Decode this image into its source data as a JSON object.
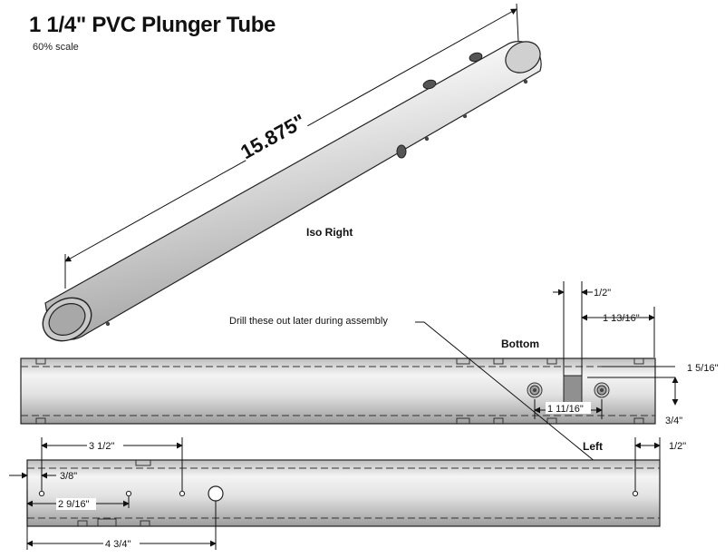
{
  "header": {
    "title": "1 1/4\" PVC Plunger Tube",
    "scale_note": "60% scale"
  },
  "views": {
    "iso_right": "Iso Right",
    "bottom": "Bottom",
    "left": "Left"
  },
  "annotations": {
    "overall_length": "15.875\"",
    "drill_note": "Drill these out later during assembly"
  },
  "dimensions": {
    "bottom_slot_width": "1/2\"",
    "bottom_slot_offset": "1 13/16\"",
    "bottom_vertical": "1 5/16\"",
    "bottom_hole_spacing": "1 11/16\"",
    "bottom_height": "3/4\"",
    "left_hole_1": "3 1/2\"",
    "left_hole_2": "3/8\"",
    "left_hole_3": "2 9/16\"",
    "left_hole_4": "4 3/4\"",
    "left_end_offset": "1/2\""
  },
  "colors": {
    "tube_light": "#f2f2f2",
    "tube_mid": "#cfcfcf",
    "tube_dark": "#9a9a9a",
    "line": "#222222"
  }
}
